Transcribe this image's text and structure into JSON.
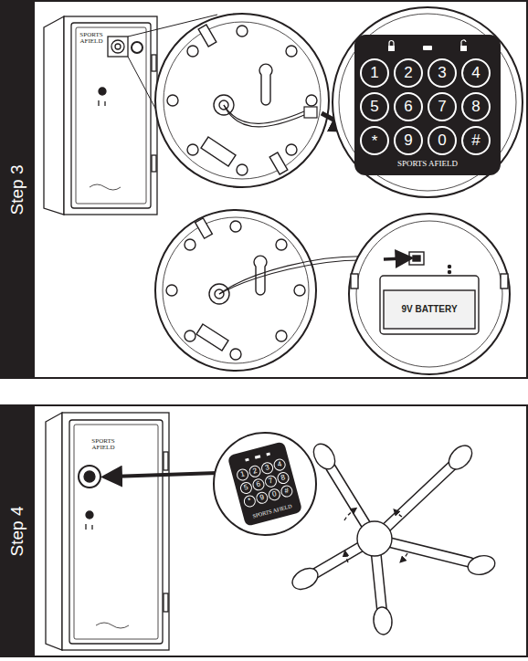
{
  "diagram": {
    "nodes": [
      {
        "text": [
          "Step 3"
        ]
      },
      {
        "text": [
          "Step 4"
        ]
      }
    ],
    "labels": [
      "SPORTS AFIELD",
      "1",
      "2",
      "3",
      "4",
      "5",
      "6",
      "7",
      "8",
      "*",
      "9",
      "0",
      "#",
      "SPORTS AFIELD",
      "9V BATTERY",
      "SPORTS AFIELD",
      "1",
      "2",
      "3",
      "4",
      "5",
      "6",
      "7",
      "8",
      "*",
      "9",
      "0",
      "#",
      "SPORTS AFIELD"
    ]
  }
}
